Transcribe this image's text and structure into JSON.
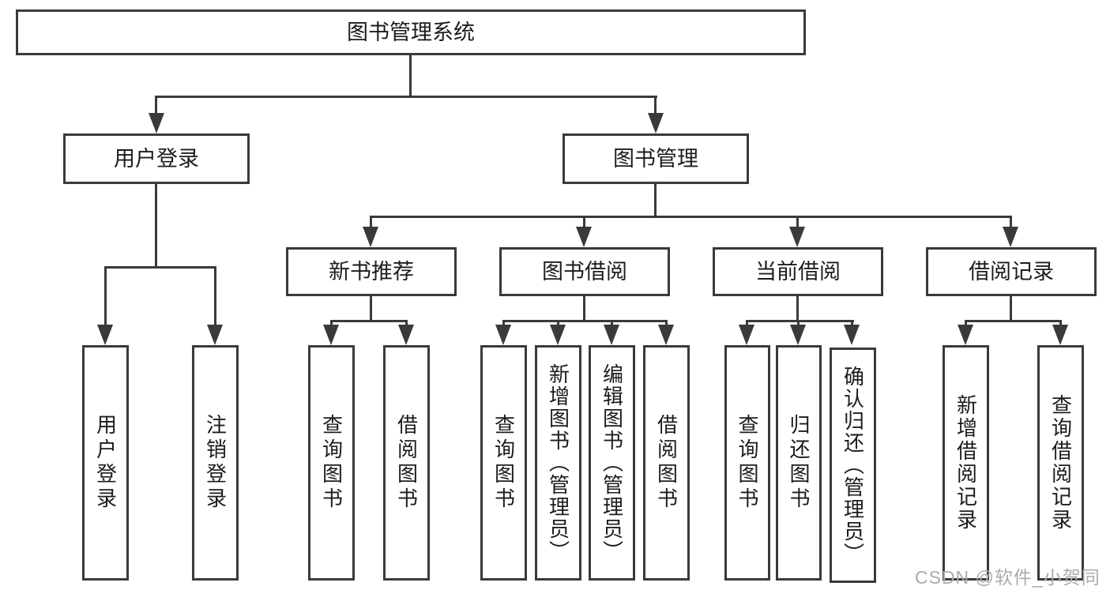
{
  "root": {
    "label": "图书管理系统"
  },
  "branches": [
    {
      "label": "用户登录",
      "children": [
        "用户登录",
        "注销登录"
      ]
    },
    {
      "label": "图书管理",
      "children": [
        {
          "label": "新书推荐",
          "children": [
            "查询图书",
            "借阅图书"
          ]
        },
        {
          "label": "图书借阅",
          "children": [
            "查询图书",
            "新增图书（管理员）",
            "编辑图书（管理员）",
            "借阅图书"
          ]
        },
        {
          "label": "当前借阅",
          "children": [
            "查询图书",
            "归还图书",
            "确认归还（管理员）"
          ]
        },
        {
          "label": "借阅记录",
          "children": [
            "新增借阅记录",
            "查询借阅记录"
          ]
        }
      ]
    }
  ],
  "watermark": {
    "text": "CSDN @软件_小贺同学"
  },
  "colors": {
    "line": "#3a3a3a",
    "text": "#1c1c1c",
    "watermark": "#ababab",
    "background": "#ffffff"
  }
}
